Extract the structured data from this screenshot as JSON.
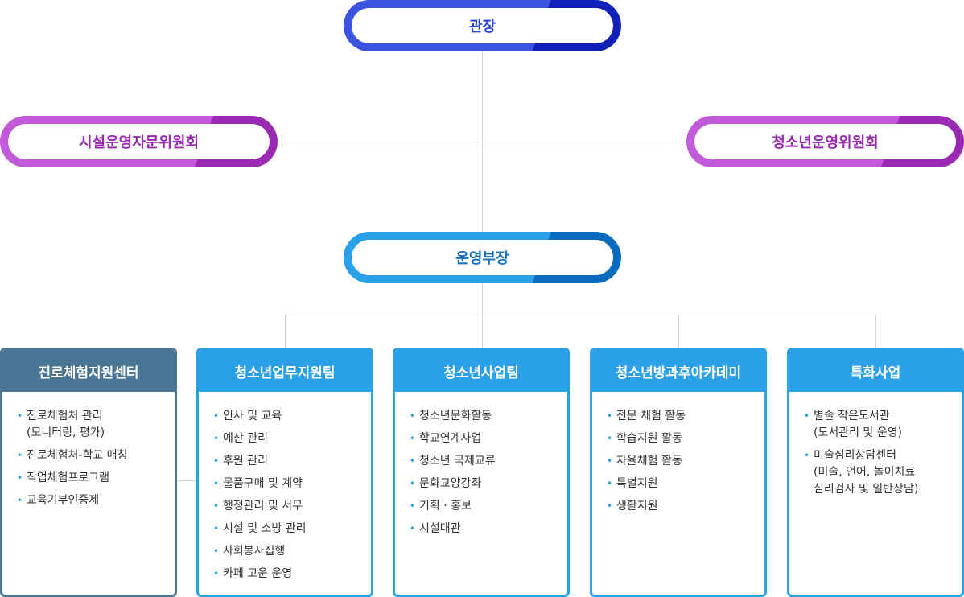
{
  "top": {
    "label": "관장"
  },
  "left_committee": {
    "label": "시설운영자문위원회"
  },
  "right_committee": {
    "label": "청소년운영위원회"
  },
  "middle": {
    "label": "운영부장"
  },
  "teams": [
    {
      "title": "진로체험지원센터",
      "items": [
        {
          "l1": "진로체험처 관리",
          "l2": "(모니터링, 평가)"
        },
        {
          "l1": "진로체험처-학교 매칭"
        },
        {
          "l1": "직업체험프로그램"
        },
        {
          "l1": "교육기부인증제"
        }
      ]
    },
    {
      "title": "청소년업무지원팀",
      "items": [
        {
          "l1": "인사 및 교육"
        },
        {
          "l1": "예산 관리"
        },
        {
          "l1": "후원 관리"
        },
        {
          "l1": "물품구매 및 계약"
        },
        {
          "l1": "행정관리 및 서무"
        },
        {
          "l1": "시설 및 소방 관리"
        },
        {
          "l1": "사회봉사집행"
        },
        {
          "l1": "카페 고운 운영"
        }
      ]
    },
    {
      "title": "청소년사업팀",
      "items": [
        {
          "l1": "청소년문화활동"
        },
        {
          "l1": "학교연계사업"
        },
        {
          "l1": "청소년 국제교류"
        },
        {
          "l1": "문화교양강좌"
        },
        {
          "l1": "기획 · 홍보"
        },
        {
          "l1": "시설대관"
        }
      ]
    },
    {
      "title": "청소년방과후아카데미",
      "items": [
        {
          "l1": "전문 체험 활동"
        },
        {
          "l1": "학습지원 활동"
        },
        {
          "l1": "자율체험 활동"
        },
        {
          "l1": "특별지원"
        },
        {
          "l1": "생활지원"
        }
      ]
    },
    {
      "title": "특화사업",
      "items": [
        {
          "l1": "별솔 작은도서관",
          "l2": "(도서관리 및 운영)"
        },
        {
          "l1": "미술심리상담센터",
          "l2": "(미술, 언어, 놀이치료",
          "l3": "심리검사 및 일반상담)"
        }
      ]
    }
  ]
}
